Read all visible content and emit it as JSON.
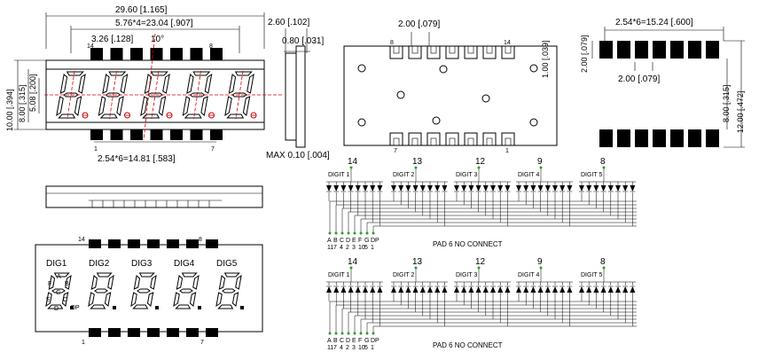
{
  "front_view": {
    "overall_width": "29.60 [1.165]",
    "digit_pitch": "5.76*4=23.04 [.907]",
    "pin_pitch": "2.54*6=14.81 [.583]",
    "seg_offset": "3.26 [.128]",
    "slant": "10°",
    "height": "10.00 [.394]",
    "window_height": "8.00 [.315]",
    "digit_height": "5.08 [.200]",
    "pin_top_left": "14",
    "pin_top_right": "8",
    "pin_bottom_left": "1",
    "pin_bottom_right": "7"
  },
  "side_view": {
    "depth": "2.60 [.102]",
    "lead": "0.80 [.031]",
    "max_tol": "MAX 0.10 [.004]"
  },
  "back_view": {
    "pad_pitch": "2.00 [.079]",
    "pad_width": "1.00 [.039]",
    "pin_top": "8",
    "pin_top_end": "14",
    "pin_bottom": "7",
    "pin_bottom_end": "1"
  },
  "footprint": {
    "pitch": "2.54*6=15.24 [.600]",
    "pad_w": "2.00 [.079]",
    "pad_h": "2.00 [.079]",
    "row_sep": "8.00 [.315]",
    "total": "12.00 [.472]"
  },
  "bottom_front": {
    "digits": [
      "DIG1",
      "DIG2",
      "DIG3",
      "DIG4",
      "DIG5"
    ],
    "pin_tl": "14",
    "pin_tr": "8",
    "pin_bl": "1",
    "pin_br": "7",
    "seg_labels": [
      "A",
      "B",
      "C",
      "D",
      "E",
      "F",
      "G",
      "DP"
    ]
  },
  "schematic": {
    "top_pins": [
      "14",
      "13",
      "12",
      "9",
      "8"
    ],
    "digits": [
      "DIGIT 1",
      "DIGIT 2",
      "DIGIT 3",
      "DIGIT 4",
      "DIGIT 5"
    ],
    "seg_letters": [
      "A",
      "B",
      "C",
      "D",
      "E",
      "F",
      "G",
      "DP"
    ],
    "seg_pins": [
      "11",
      "7",
      "4",
      "2",
      "3",
      "10",
      "5",
      "1"
    ],
    "note": "PAD 6 NO CONNECT"
  }
}
